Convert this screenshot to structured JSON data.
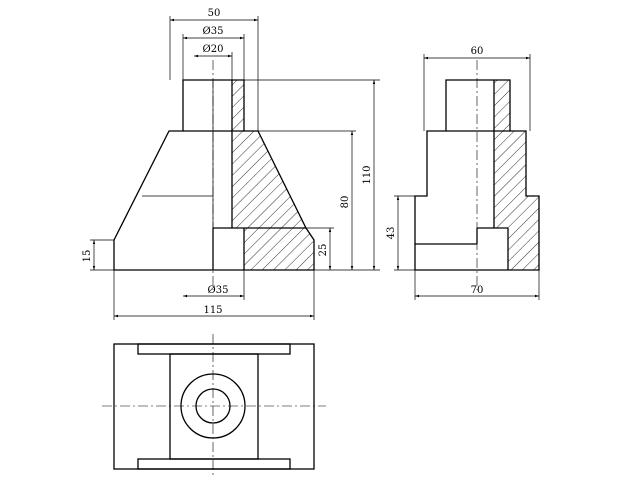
{
  "drawing": {
    "front_view": {
      "dims": {
        "top_width": "50",
        "bore_outer": "Ø35",
        "bore_inner": "Ø20",
        "base_bore": "Ø35",
        "overall_width": "115",
        "total_height": "110",
        "cone_height": "80",
        "step_height": "25",
        "base_height": "15"
      }
    },
    "side_view": {
      "dims": {
        "top_width": "60",
        "base_width": "70",
        "step_height": "43"
      }
    }
  }
}
